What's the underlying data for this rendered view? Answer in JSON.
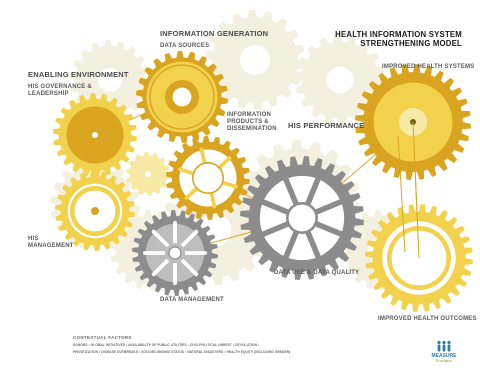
{
  "title": {
    "line1": "HEALTH INFORMATION SYSTEM",
    "line2": "STRENGTHENING MODEL"
  },
  "labels": {
    "information_generation": "INFORMATION GENERATION",
    "data_sources": "DATA SOURCES",
    "enabling_environment": "ENABLING ENVIRONMENT",
    "his_governance_line1": "HIS GOVERNANCE &",
    "his_governance_line2": "LEADERSHIP",
    "info_products_line1": "INFORMATION",
    "info_products_line2": "PRODUCTS &",
    "info_products_line3": "DISSEMINATION",
    "his_performance": "HIS PERFORMANCE",
    "improved_health_systems": "IMPROVED HEALTH SYSTEMS",
    "his_management_line1": "HIS",
    "his_management_line2": "MANAGEMENT",
    "data_use_quality": "DATA USE & DATA QUALITY",
    "data_management": "DATA MANAGEMENT",
    "improved_health_outcomes": "IMPROVED HEALTH OUTCOMES"
  },
  "footer": {
    "heading": "CONTEXTUAL FACTORS",
    "line1": "DONORS • GLOBAL INITIATIVES • AVAILABILITY OF PUBLIC UTILITIES • CIVIL/POLITICAL UNREST • DEVOLUTION •",
    "line2": "PRIVATIZATION • DISEASE OUTBREAKS • SOCIOECONOMIC STATUS • NATURAL DISASTERS • HEALTH EQUITY (INCLUDING GENDER)"
  },
  "logo": {
    "name": "MEASURE",
    "sub": "Evaluation"
  },
  "colors": {
    "gold": "#D9A420",
    "yellow": "#F2D24C",
    "pale_yellow": "#F7E9A6",
    "gray": "#8C8C8C",
    "light_gray": "#BDBDBD",
    "faint": "#F3F0E0"
  }
}
